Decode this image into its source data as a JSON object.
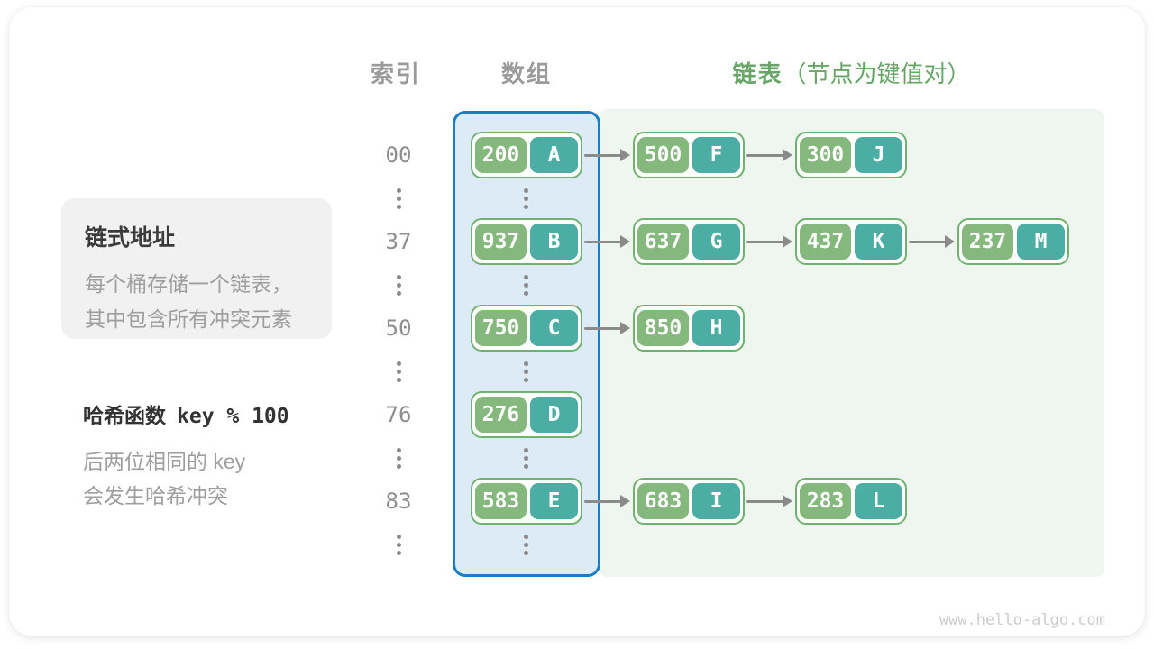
{
  "header": {
    "index_label": "索引",
    "array_label": "数组",
    "list_label": "链表",
    "list_note": "（节点为键值对）"
  },
  "info_box": {
    "title": "链式地址",
    "line1": "每个桶存储一个链表，",
    "line2": "其中包含所有冲突元素"
  },
  "hash_note": {
    "title_prefix": "哈希函数",
    "formula": "key % 100",
    "line1": "后两位相同的 key",
    "line2": "会发生哈希冲突"
  },
  "buckets": [
    {
      "index": "00",
      "chain": [
        {
          "key": "200",
          "value": "A"
        },
        {
          "key": "500",
          "value": "F"
        },
        {
          "key": "300",
          "value": "J"
        }
      ]
    },
    {
      "index": "37",
      "chain": [
        {
          "key": "937",
          "value": "B"
        },
        {
          "key": "637",
          "value": "G"
        },
        {
          "key": "437",
          "value": "K"
        },
        {
          "key": "237",
          "value": "M"
        }
      ]
    },
    {
      "index": "50",
      "chain": [
        {
          "key": "750",
          "value": "C"
        },
        {
          "key": "850",
          "value": "H"
        }
      ]
    },
    {
      "index": "76",
      "chain": [
        {
          "key": "276",
          "value": "D"
        }
      ]
    },
    {
      "index": "83",
      "chain": [
        {
          "key": "583",
          "value": "E"
        },
        {
          "key": "683",
          "value": "I"
        },
        {
          "key": "283",
          "value": "L"
        }
      ]
    }
  ],
  "footer": {
    "watermark": "www.hello-algo.com"
  },
  "colors": {
    "accent_green_header": "#67a667",
    "key_cell": "#84b87c",
    "value_cell": "#4bada4",
    "node_border": "#6eb26e",
    "array_fill": "#dcebf6",
    "array_border": "#1b7dc2",
    "chain_fill": "#eff5ef",
    "arrow": "#8a8a8a",
    "muted_text": "#9b9b9b"
  }
}
